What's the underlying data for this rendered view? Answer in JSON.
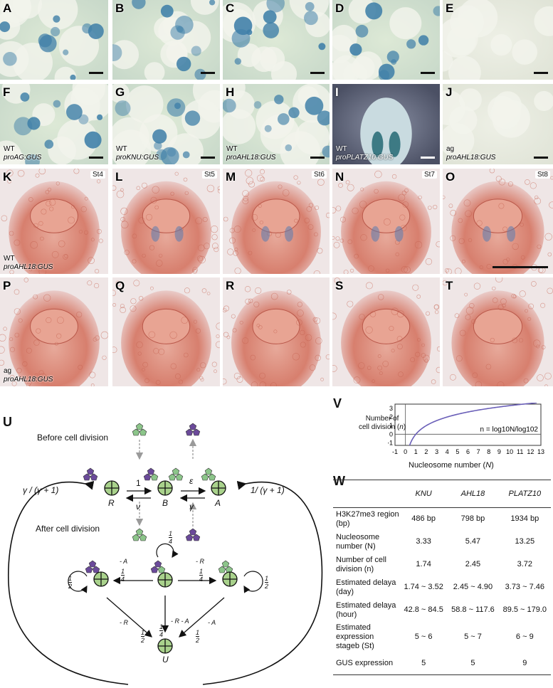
{
  "panels": [
    {
      "letter": "A",
      "stage": "",
      "line1": "",
      "line2": "",
      "bg": "blue",
      "scale": true
    },
    {
      "letter": "B",
      "stage": "",
      "line1": "",
      "line2": "",
      "bg": "blue",
      "scale": true
    },
    {
      "letter": "C",
      "stage": "",
      "line1": "",
      "line2": "",
      "bg": "blue",
      "scale": true
    },
    {
      "letter": "D",
      "stage": "",
      "line1": "",
      "line2": "",
      "bg": "blue",
      "scale": true
    },
    {
      "letter": "E",
      "stage": "",
      "line1": "",
      "line2": "",
      "bg": "plain",
      "scale": true
    },
    {
      "letter": "F",
      "stage": "",
      "line1": "WT",
      "line2": "proAG:GUS",
      "bg": "blue",
      "scale": true
    },
    {
      "letter": "G",
      "stage": "",
      "line1": "WT",
      "line2": "proKNU:GUS",
      "bg": "blue",
      "scale": true
    },
    {
      "letter": "H",
      "stage": "",
      "line1": "WT",
      "line2": "proAHL18:GUS",
      "bg": "blue",
      "scale": true
    },
    {
      "letter": "I",
      "stage": "",
      "line1": "WT",
      "line2": "proPLATZ10:GUS",
      "bg": "dark",
      "scale": true
    },
    {
      "letter": "J",
      "stage": "",
      "line1": "ag",
      "line2": "proAHL18:GUS",
      "bg": "plain",
      "scale": true
    },
    {
      "letter": "K",
      "stage": "St4",
      "line1": "WT",
      "line2": "proAHL18:GUS",
      "bg": "red",
      "scale": false
    },
    {
      "letter": "L",
      "stage": "St5",
      "line1": "",
      "line2": "",
      "bg": "red",
      "scale": false
    },
    {
      "letter": "M",
      "stage": "St6",
      "line1": "",
      "line2": "",
      "bg": "red",
      "scale": false
    },
    {
      "letter": "N",
      "stage": "St7",
      "line1": "",
      "line2": "",
      "bg": "red",
      "scale": false
    },
    {
      "letter": "O",
      "stage": "St8",
      "line1": "",
      "line2": "",
      "bg": "red",
      "scale": true
    },
    {
      "letter": "P",
      "stage": "",
      "line1": "ag",
      "line2": "proAHL18:GUS",
      "bg": "red",
      "scale": false
    },
    {
      "letter": "Q",
      "stage": "",
      "line1": "",
      "line2": "",
      "bg": "red",
      "scale": false
    },
    {
      "letter": "R",
      "stage": "",
      "line1": "",
      "line2": "",
      "bg": "red",
      "scale": false
    },
    {
      "letter": "S",
      "stage": "",
      "line1": "",
      "line2": "",
      "bg": "red",
      "scale": false
    },
    {
      "letter": "T",
      "stage": "",
      "line1": "",
      "line2": "",
      "bg": "red",
      "scale": false
    }
  ],
  "diagram": {
    "letter": "U",
    "before": "Before cell division",
    "after": "After cell division",
    "left_rate": "γ / (γ + 1)",
    "right_rate": "1/ (γ + 1)",
    "states": {
      "R": "R",
      "B": "B",
      "A": "A",
      "U": "U"
    },
    "rates": {
      "one": "1",
      "nu": "ν",
      "eps": "ε",
      "gamma": "γ",
      "minusA": "- A",
      "minusR": "- R",
      "minusRA": "- R - A"
    },
    "fracs": {
      "q": "1",
      "qd": "4",
      "h": "1",
      "hd": "2"
    }
  },
  "chart_data": {
    "type": "line",
    "letter": "V",
    "ylabel_line1": "Number of",
    "ylabel_line2": "cell division (",
    "ylabel_var": "n",
    "xlabel": "Nucleosome number (",
    "xlabel_var": "N",
    "equation": "n = log10N/log102",
    "x_ticks": [
      -1,
      0,
      1,
      2,
      3,
      4,
      5,
      6,
      7,
      8,
      9,
      10,
      11,
      12,
      13
    ],
    "y_ticks": [
      -1,
      0,
      1,
      2,
      3
    ],
    "xlim": [
      -1,
      13
    ],
    "ylim": [
      -1.3,
      3.5
    ],
    "function": "log2(x)",
    "x_range": [
      0.4,
      12.6
    ],
    "color": "#6a5fb8"
  },
  "table": {
    "letter": "W",
    "columns": [
      "KNU",
      "AHL18",
      "PLATZ10"
    ],
    "rows": [
      {
        "label": "H3K27me3 region (bp)",
        "values": [
          "486 bp",
          "798 bp",
          "1934 bp"
        ]
      },
      {
        "label": "Nucleosome number (N)",
        "values": [
          "3.33",
          "5.47",
          "13.25"
        ]
      },
      {
        "label": "Number of cell division (n)",
        "values": [
          "1.74",
          "2.45",
          "3.72"
        ]
      },
      {
        "label": "Estimated delaya (day)",
        "values": [
          "1.74 ~ 3.52",
          "2.45 ~ 4.90",
          "3.73 ~ 7.46"
        ]
      },
      {
        "label": "Estimated delaya (hour)",
        "values": [
          "42.8 ~ 84.5",
          "58.8 ~ 117.6",
          "89.5 ~ 179.0"
        ]
      },
      {
        "label": "Estimated expression stageb (St)",
        "values": [
          "5 ~ 6",
          "5 ~ 7",
          "6 ~ 9"
        ]
      },
      {
        "label": "GUS expression",
        "values": [
          "5",
          "5",
          "9"
        ]
      }
    ]
  }
}
